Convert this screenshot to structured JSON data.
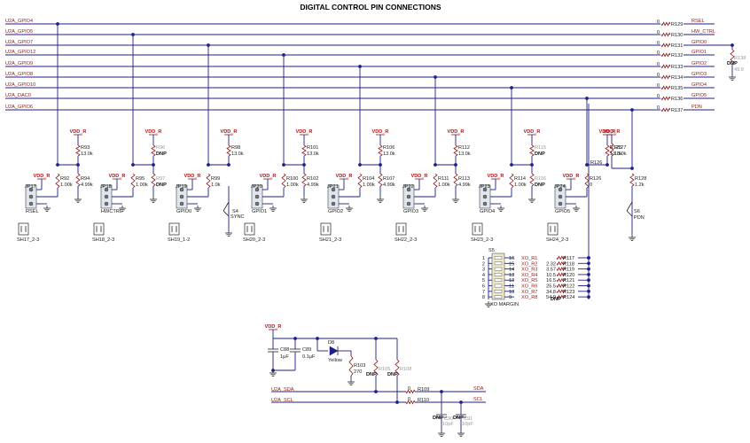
{
  "title": "DIGITAL CONTROL PIN CONNECTIONS",
  "buses": [
    {
      "net": "U2A_GPIO4",
      "res": "R129",
      "out": "RSEL",
      "val": "0"
    },
    {
      "net": "U2A_GPIO5",
      "res": "R130",
      "out": "HW_CTRL",
      "val": "0"
    },
    {
      "net": "U2A_GPIO7",
      "res": "R131",
      "out": "GPIO0",
      "val": "0"
    },
    {
      "net": "U2A_GPIO12",
      "res": "R132",
      "out": "GPIO1",
      "val": "0"
    },
    {
      "net": "U2A_GPIO9",
      "res": "R133",
      "out": "GPIO2",
      "val": "0"
    },
    {
      "net": "U2A_GPIO8",
      "res": "R134",
      "out": "GPIO3",
      "val": "0"
    },
    {
      "net": "U2A_GPIO10",
      "res": "R135",
      "out": "GPIO4",
      "val": "0"
    },
    {
      "net": "U2A_DAC0",
      "res": "R136",
      "out": "GPIO5",
      "val": "0"
    },
    {
      "net": "U2A_GPIO6",
      "res": "R137",
      "out": "PDN",
      "val": "0"
    }
  ],
  "right_dnp": {
    "ref": "R138",
    "label": "DNP",
    "val": "49.9"
  },
  "vdd": "VDD_R",
  "dnp": "DNP",
  "groups": [
    {
      "jp": "JP17",
      "lbl": "RSEL",
      "sh": "SH17_2-3",
      "rt": "R93",
      "rtv": "13.0k",
      "rb": "R94",
      "rbv": "4.99k",
      "rs": "R92",
      "rsv": "1.00k",
      "dnp": false
    },
    {
      "jp": "JP18",
      "lbl": "HWCTRL",
      "sh": "SH18_2-3",
      "rt": "R96",
      "rtv": "DNP",
      "rb": "R97",
      "rbv": "DNP",
      "rs": "R95",
      "rsv": "1.00k",
      "dnp": true
    },
    {
      "jp": "JP19",
      "lbl": "GPIO0",
      "sh": "SH19_1-2",
      "rt": "R98",
      "rtv": "13.0k",
      "rb": "",
      "rbv": "",
      "rs": "R99",
      "rsv": "1.0k",
      "dnp": false
    },
    {
      "jp": "JP20",
      "lbl": "GPIO1",
      "sh": "SH20_2-3",
      "rt": "R101",
      "rtv": "13.0k",
      "rb": "R102",
      "rbv": "4.99k",
      "rs": "R100",
      "rsv": "1.00k",
      "dnp": false
    },
    {
      "jp": "JP21",
      "lbl": "GPIO2",
      "sh": "SH21_2-3",
      "rt": "R106",
      "rtv": "13.0k",
      "rb": "R107",
      "rbv": "4.99k",
      "rs": "R104",
      "rsv": "1.00k",
      "dnp": false
    },
    {
      "jp": "JP22",
      "lbl": "GPIO3",
      "sh": "SH22_2-3",
      "rt": "R112",
      "rtv": "13.0k",
      "rb": "R113",
      "rbv": "4.99k",
      "rs": "R111",
      "rsv": "1.00k",
      "dnp": false
    },
    {
      "jp": "JP23",
      "lbl": "GPIO4",
      "sh": "SH23_2-3",
      "rt": "R115",
      "rtv": "DNP",
      "rb": "R116",
      "rbv": "DNP",
      "rs": "R114",
      "rsv": "1.00k",
      "dnp": true
    },
    {
      "jp": "JP24",
      "lbl": "GPIO5",
      "sh": "SH24_2-3",
      "rt": "R125",
      "rtv": "13.0k",
      "rb": "",
      "rbv": "",
      "rs": "R126",
      "rsv": "0",
      "dnp": false
    }
  ],
  "s4": {
    "ref": "S4",
    "lbl": "SYNC"
  },
  "s6": {
    "ref": "S6",
    "lbl": "PDN",
    "rt": "R127",
    "rtv": "13.0k",
    "rb": "R128",
    "rbv": "1.2k"
  },
  "s5": {
    "ref": "S5",
    "label": "XO MARGIN",
    "left_pins": [
      "1",
      "2",
      "3",
      "4",
      "5",
      "6",
      "7",
      "8"
    ],
    "right_pins": [
      "16",
      "15",
      "14",
      "13",
      "12",
      "11",
      "10",
      "9"
    ],
    "nets": [
      "XO_R1",
      "XO_R2",
      "XO_R3",
      "XO_R4",
      "XO_R5",
      "XO_R6",
      "XO_R7",
      "XO_R8"
    ],
    "vals": [
      "",
      "2.32",
      "3.57",
      "10.5",
      "16.5",
      "25.5",
      "34.8",
      "54.9"
    ],
    "resistors": [
      "R117",
      "R118",
      "R119",
      "R120",
      "R121",
      "R122",
      "R123",
      "R124"
    ],
    "dnp": "DNP"
  },
  "i2c": {
    "c88": "C88",
    "c88v": "1μF",
    "c89": "C89",
    "c89v": "0.1μF",
    "d8": "D8",
    "d8lbl": "Yellow",
    "r103": "R103",
    "r103v": "270",
    "r105": "R105",
    "r108": "R108",
    "sda_in": "U2A_SDA",
    "scl_in": "U2A_SCL",
    "r109": "R109",
    "r110": "R110",
    "zero": "0",
    "sda": "SDA",
    "scl": "SCL",
    "c90": "C90",
    "c91": "C91",
    "cv": "10pF"
  }
}
